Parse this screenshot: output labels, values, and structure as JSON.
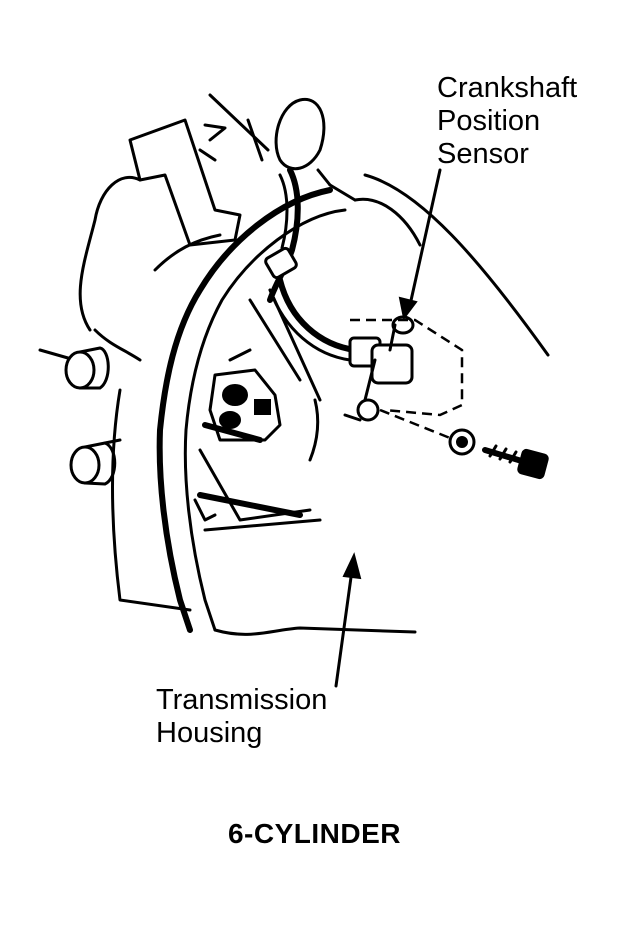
{
  "labels": {
    "sensor": [
      "Crankshaft",
      "Position",
      "Sensor"
    ],
    "housing": [
      "Transmission",
      "Housing"
    ]
  },
  "caption": "6-CYLINDER"
}
